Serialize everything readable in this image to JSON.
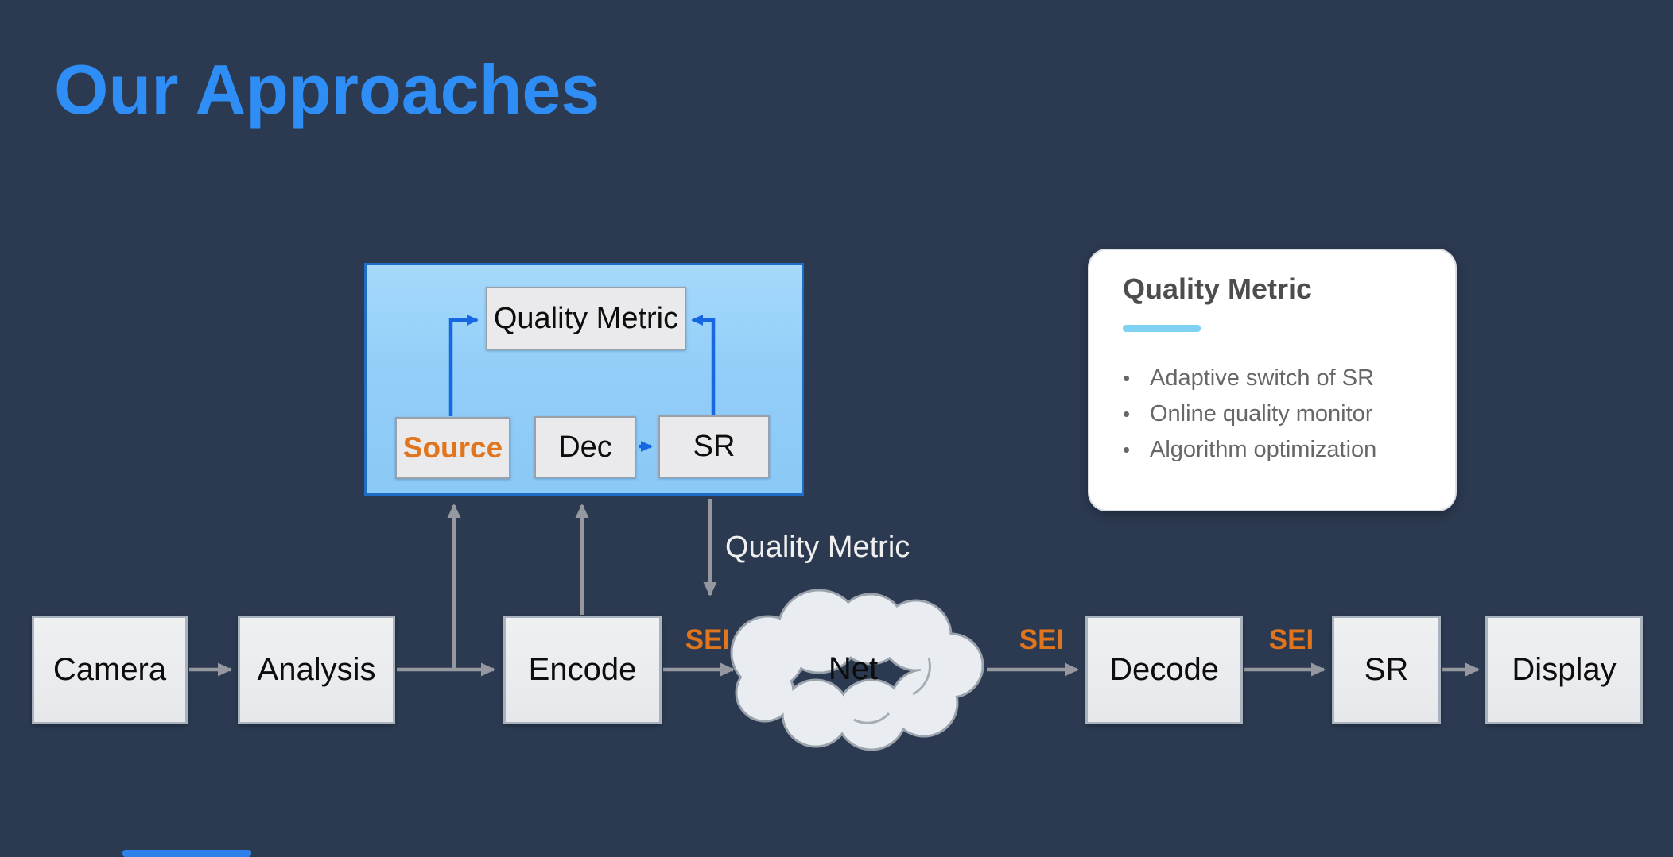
{
  "slide": {
    "title": "Our Approaches"
  },
  "feedback_panel": {
    "quality_metric": "Quality Metric",
    "source": "Source",
    "dec": "Dec",
    "sr": "SR"
  },
  "pipeline": {
    "camera": "Camera",
    "analysis": "Analysis",
    "encode": "Encode",
    "net": "Net",
    "decode": "Decode",
    "sr": "SR",
    "display": "Display",
    "sei_1": "SEI",
    "sei_2": "SEI",
    "sei_3": "SEI",
    "metric_out_label": "Quality Metric"
  },
  "card": {
    "title": "Quality Metric",
    "bullet_glyph": "•",
    "bullets": [
      "Adaptive switch of SR",
      "Online quality monitor",
      "Algorithm optimization"
    ]
  },
  "colors": {
    "background": "#2c3a51",
    "accent_blue": "#2f8df6",
    "panel_blue": "#8fccf8",
    "panel_border_blue": "#1d6dc6",
    "arrow_blue": "#1568e2",
    "arrow_gray": "#95989e",
    "accent_orange": "#e0751d",
    "card_underline": "#80d2f4"
  }
}
